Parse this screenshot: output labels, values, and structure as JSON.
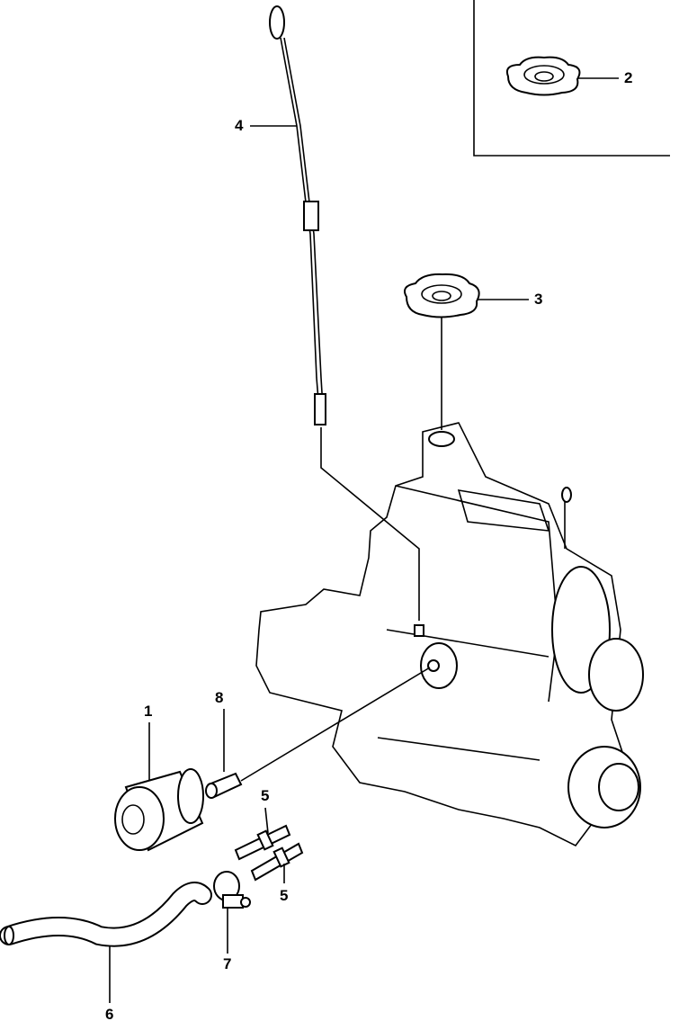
{
  "callouts": {
    "oil_filter": "1",
    "oil_filler_cap_inset": "2",
    "oil_filler_cap": "3",
    "dipstick": "4",
    "stud_upper": "5",
    "stud_lower": "5",
    "hose": "6",
    "clamp": "7",
    "joint_bolt": "8"
  }
}
